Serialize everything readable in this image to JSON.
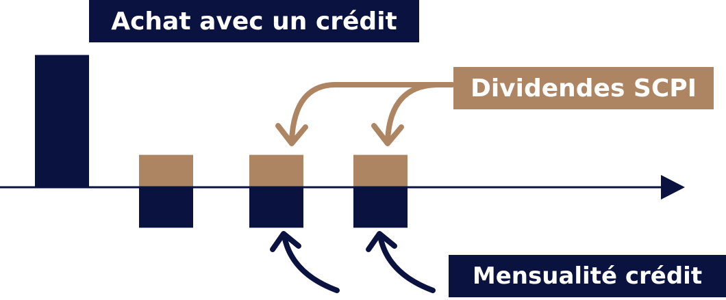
{
  "title": "Achat avec un crédit",
  "labels": {
    "dividendes": "Dividendes SCPI",
    "mensualite": "Mensualité crédit"
  },
  "colors": {
    "navy": "#0a1240",
    "bronze": "#ad8562",
    "background": "#ffffff"
  },
  "bars": {
    "purchase": {
      "value": 2.45,
      "kind": "navy"
    },
    "periods": [
      {
        "dividend": 0.6,
        "payment": 0.75
      },
      {
        "dividend": 0.6,
        "payment": 0.75
      },
      {
        "dividend": 0.6,
        "payment": 0.75
      }
    ]
  }
}
